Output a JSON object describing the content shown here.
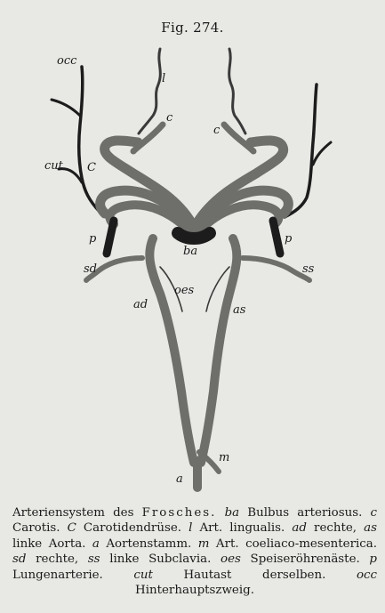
{
  "figure": {
    "title": "Fig. 274."
  },
  "labels": {
    "occ": "occ",
    "cut": "cut",
    "C": "C",
    "l": "l",
    "c_left": "c",
    "c_right": "c",
    "p_left": "p",
    "p_right": "p",
    "ba": "ba",
    "sd": "sd",
    "ss": "ss",
    "oes": "oes",
    "ad": "ad",
    "as": "as",
    "m": "m",
    "a": "a"
  },
  "caption": {
    "c1": "Arteriensystem des ",
    "c2": "Frosches.",
    "c3": " ",
    "c4": "ba",
    "c5": " Bulbus arteriosus. ",
    "c6": "c",
    "c7": " Carotis. ",
    "c8": "C",
    "c9": " Carotidendrüse. ",
    "c10": "l",
    "c11": " Art. lingualis. ",
    "c12": "ad",
    "c13": " rechte, ",
    "c14": "as",
    "c15": " linke Aorta. ",
    "c16": "a",
    "c17": " Aortenstamm. ",
    "c18": "m",
    "c19": " Art. coeliaco-mesenterica. ",
    "c20": "sd",
    "c21": " rechte, ",
    "c22": "ss",
    "c23": " linke Subclavia. ",
    "c24": "oes",
    "c25": " Speiseröhrenäste. ",
    "c26": "p",
    "c27": " Lungenarterie. ",
    "c28": "cut",
    "c29": " Hautast derselben. ",
    "c30": "occ",
    "c31": " Hinterhauptszweig."
  }
}
